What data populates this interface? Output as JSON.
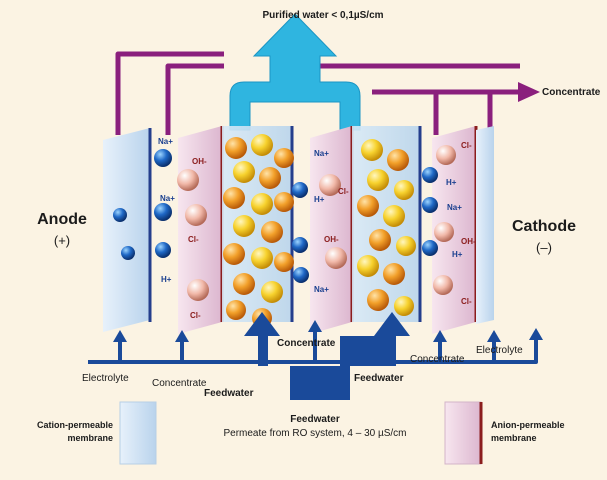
{
  "diagram": {
    "top_label": "Purified water < 0,1µS/cm",
    "concentrate_out": "Concentrate",
    "anode_title": "Anode",
    "anode_sign": "(+)",
    "cathode_title": "Cathode",
    "cathode_sign": "(–)",
    "electrolyte_left": "Electrolyte",
    "electrolyte_right": "Electrolyte",
    "concentrate_left": "Concentrate",
    "concentrate_center": "Concentrate",
    "concentrate_right": "Concentrate",
    "feedwater_left": "Feedwater",
    "feedwater_right": "Feedwater",
    "feedwater_title": "Feedwater",
    "feedwater_subtitle": "Permeate from RO system, 4 – 30 µS/cm",
    "legend_cation_line1": "Cation-permeable",
    "legend_cation_line2": "membrane",
    "legend_anion_line1": "Anion-permeable",
    "legend_anion_line2": "membrane",
    "ions": {
      "na": "Na+",
      "h": "H+",
      "oh": "OH-",
      "cl": "Cl-"
    }
  },
  "colors": {
    "background": "#fbf3e3",
    "purple_pipe": "#8a1f7d",
    "blue_arrow": "#1a4a9a",
    "cyan_arrow": "#2fb5e0",
    "cation_membrane": "#cfe3f4",
    "anion_membrane": "#ecd2e3"
  }
}
